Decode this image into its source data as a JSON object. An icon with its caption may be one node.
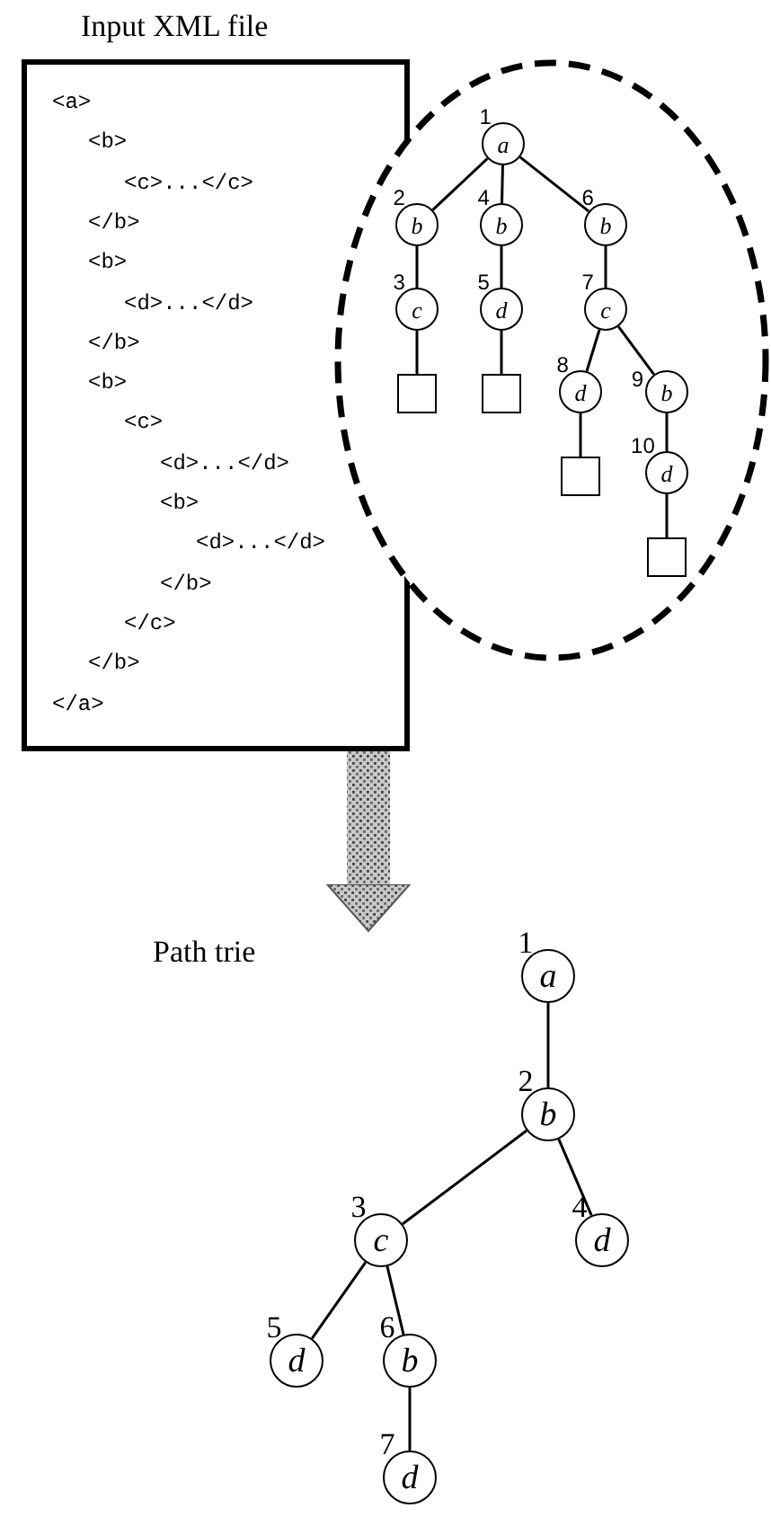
{
  "diagram": {
    "nodes": [
      {
        "text": [
          "Input XML file",
          "<a>",
          "<b>",
          "<c>...</c>",
          "</b>",
          "<b>",
          "<d>...</d>",
          "</b>",
          "<b>",
          "<c>",
          "<d>...</d>",
          "<b>",
          "<d>...</d>",
          "</b>",
          "</c>",
          "</b>",
          "</a>"
        ]
      },
      {
        "text": [],
        "shape": "ellipse"
      },
      {
        "text": [
          "a"
        ],
        "beside": [
          "1"
        ],
        "in": 1
      },
      {
        "text": [
          "b"
        ],
        "beside": [
          "2"
        ],
        "in": 1
      },
      {
        "text": [
          "c"
        ],
        "beside": [
          "3"
        ],
        "in": 1
      },
      {
        "text": [],
        "shape": "box",
        "in": 1
      },
      {
        "text": [
          "b"
        ],
        "beside": [
          "4"
        ],
        "in": 1
      },
      {
        "text": [
          "d"
        ],
        "beside": [
          "5"
        ],
        "in": 1
      },
      {
        "text": [],
        "shape": "box",
        "in": 1
      },
      {
        "text": [
          "b"
        ],
        "beside": [
          "6"
        ],
        "in": 1
      },
      {
        "text": [
          "c"
        ],
        "beside": [
          "7"
        ],
        "in": 1
      },
      {
        "text": [
          "d"
        ],
        "beside": [
          "8"
        ],
        "in": 1
      },
      {
        "text": [],
        "shape": "box",
        "in": 1
      },
      {
        "text": [
          "b"
        ],
        "beside": [
          "9"
        ],
        "in": 1
      },
      {
        "text": [
          "d"
        ],
        "beside": [
          "10"
        ],
        "in": 1
      },
      {
        "text": [],
        "shape": "box",
        "in": 1
      },
      {
        "text": [
          "Path trie"
        ]
      },
      {
        "text": [
          "a"
        ],
        "beside": [
          "1"
        ],
        "in": 16
      },
      {
        "text": [
          "b"
        ],
        "beside": [
          "2"
        ],
        "in": 16
      },
      {
        "text": [
          "c"
        ],
        "beside": [
          "3"
        ],
        "in": 16
      },
      {
        "text": [
          "d"
        ],
        "beside": [
          "4"
        ],
        "in": 16
      },
      {
        "text": [
          "d"
        ],
        "beside": [
          "5"
        ],
        "in": 16
      },
      {
        "text": [
          "b"
        ],
        "beside": [
          "6"
        ],
        "in": 16
      },
      {
        "text": [
          "d"
        ],
        "beside": [
          "7"
        ],
        "in": 16
      }
    ],
    "edges": [
      {
        "from": 2,
        "to": 3,
        "arrow": "none"
      },
      {
        "from": 2,
        "to": 6,
        "arrow": "none"
      },
      {
        "from": 2,
        "to": 9,
        "arrow": "none"
      },
      {
        "from": 3,
        "to": 4,
        "arrow": "none"
      },
      {
        "from": 4,
        "to": 5,
        "arrow": "none"
      },
      {
        "from": 6,
        "to": 7,
        "arrow": "none"
      },
      {
        "from": 7,
        "to": 8,
        "arrow": "none"
      },
      {
        "from": 9,
        "to": 10,
        "arrow": "none"
      },
      {
        "from": 10,
        "to": 11,
        "arrow": "none"
      },
      {
        "from": 10,
        "to": 13,
        "arrow": "none"
      },
      {
        "from": 11,
        "to": 12,
        "arrow": "none"
      },
      {
        "from": 13,
        "to": 14,
        "arrow": "none"
      },
      {
        "from": 14,
        "to": 15,
        "arrow": "none"
      },
      {
        "from": 17,
        "to": 18,
        "arrow": "none"
      },
      {
        "from": 18,
        "to": 19,
        "arrow": "none"
      },
      {
        "from": 18,
        "to": 20,
        "arrow": "none"
      },
      {
        "from": 19,
        "to": 21,
        "arrow": "none"
      },
      {
        "from": 19,
        "to": 22,
        "arrow": "none"
      },
      {
        "from": 22,
        "to": 23,
        "arrow": "none"
      },
      {
        "from": 0,
        "to": 16,
        "arrow": "to",
        "style": "thick"
      }
    ]
  }
}
